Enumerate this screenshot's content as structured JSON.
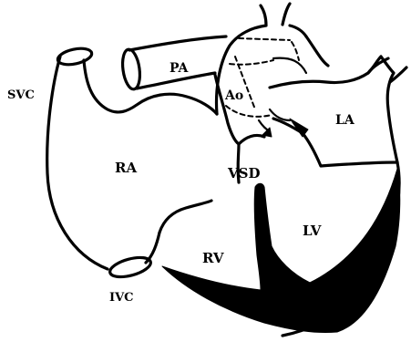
{
  "diagram": {
    "labels": {
      "svc": "SVC",
      "pa": "PA",
      "ao": "Ao",
      "la": "LA",
      "ra": "RA",
      "vsd": "VSD",
      "lv": "LV",
      "rv": "RV",
      "ivc": "IVC"
    }
  }
}
